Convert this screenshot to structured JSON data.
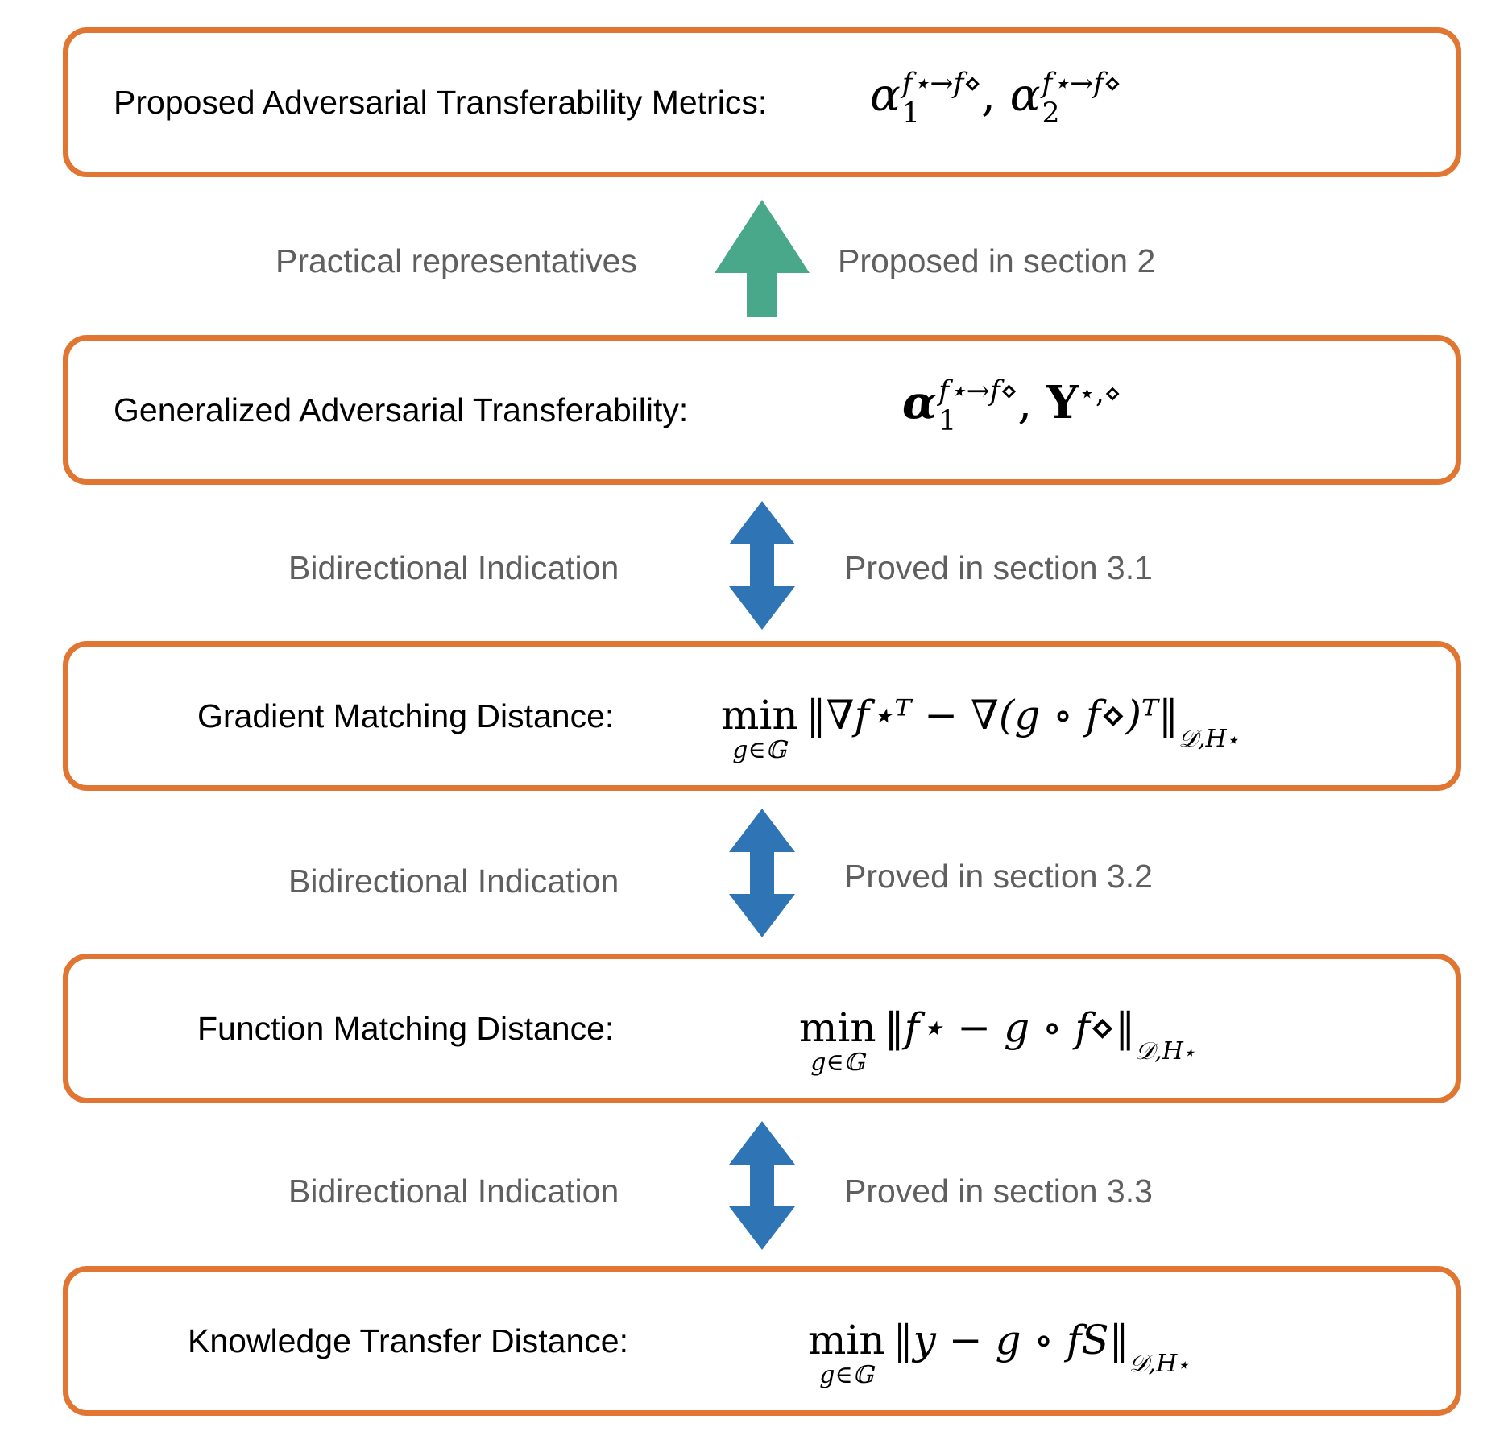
{
  "colors": {
    "box_border": "#e07632",
    "up_arrow": "#4aa88a",
    "bidirectional_arrow": "#2f75b5",
    "connector_text": "#5f5f5f"
  },
  "boxes": [
    {
      "label": "Proposed Adversarial Transferability Metrics:",
      "formula_parts": {
        "alpha": "α",
        "sup": "f⋆→f⋄",
        "sub1": "1",
        "sub2": "2",
        "comma": ","
      }
    },
    {
      "label": "Generalized Adversarial Transferability:",
      "formula_parts": {
        "alpha": "α",
        "sup": "f⋆→f⋄",
        "sub1": "1",
        "comma": ",",
        "Y": "Y",
        "Y_sup": "⋆,⋄"
      }
    },
    {
      "label": "Gradient Matching Distance:",
      "formula_parts": {
        "min": "min",
        "under": "g∈𝔾",
        "body": "‖∇f⋆ᵀ − ∇(g ∘ f⋄)ᵀ‖",
        "norm_sub": "𝒟,H⋆"
      }
    },
    {
      "label": "Function Matching Distance:",
      "formula_parts": {
        "min": "min",
        "under": "g∈𝔾",
        "body": "‖f⋆ − g ∘ f⋄‖",
        "norm_sub": "𝒟,H⋆"
      }
    },
    {
      "label": "Knowledge Transfer Distance:",
      "formula_parts": {
        "min": "min",
        "under": "g∈𝔾",
        "body": "‖y − g ∘ fS‖",
        "norm_sub": "𝒟,H⋆"
      }
    }
  ],
  "connectors": [
    {
      "left": "Practical representatives",
      "right": "Proposed in section 2",
      "arrow": "up"
    },
    {
      "left": "Bidirectional Indication",
      "right": "Proved in section 3.1",
      "arrow": "bidirectional"
    },
    {
      "left": "Bidirectional Indication",
      "right": "Proved in section 3.2",
      "arrow": "bidirectional"
    },
    {
      "left": "Bidirectional Indication",
      "right": "Proved in section 3.3",
      "arrow": "bidirectional"
    }
  ]
}
